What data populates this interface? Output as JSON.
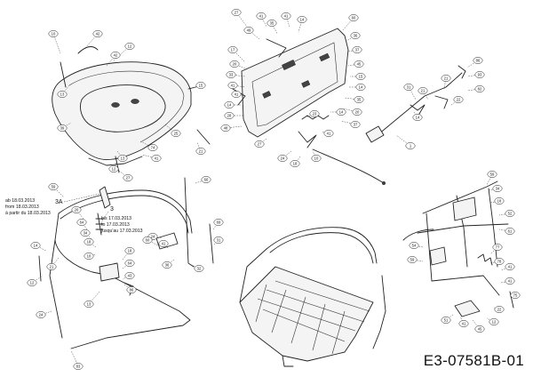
{
  "drawing_code": "E3-07581B-01",
  "notes": {
    "ab_lines": [
      "ab 18.03.2013",
      "from 18.03.2013",
      "à partir du 18.03.2013"
    ],
    "bis_lines": [
      "bis 17.03.2013",
      "to 17.03.2013",
      "jusqu'au 17.03.2013"
    ],
    "ref_3a": "3A",
    "ref_3": "3"
  },
  "callouts": {
    "seat_pan": [
      "10",
      "42",
      "12",
      "42",
      "15",
      "13",
      "39",
      "74",
      "25",
      "41",
      "13",
      "12",
      "27",
      "21"
    ],
    "frame": [
      "27",
      "49",
      "41",
      "35",
      "41",
      "14",
      "60",
      "17",
      "20",
      "33",
      "41",
      "41",
      "14",
      "28",
      "48",
      "36",
      "37",
      "45",
      "15",
      "14",
      "35",
      "20",
      "37",
      "41",
      "27",
      "24",
      "18",
      "10",
      "14",
      "23"
    ],
    "pedal": [
      "86",
      "93",
      "82",
      "21",
      "31",
      "21",
      "22",
      "14",
      "1"
    ],
    "bar": [
      "59",
      "14",
      "12",
      "24",
      "83",
      "21",
      "20",
      "64",
      "34",
      "18",
      "10",
      "13",
      "18",
      "64",
      "43",
      "86",
      "24",
      "60",
      "41",
      "36",
      "66",
      "69",
      "31",
      "32"
    ],
    "right": [
      "59",
      "34",
      "18",
      "52",
      "61",
      "77",
      "78",
      "41",
      "41",
      "75",
      "22",
      "12",
      "45",
      "41",
      "51",
      "54",
      "59"
    ]
  }
}
